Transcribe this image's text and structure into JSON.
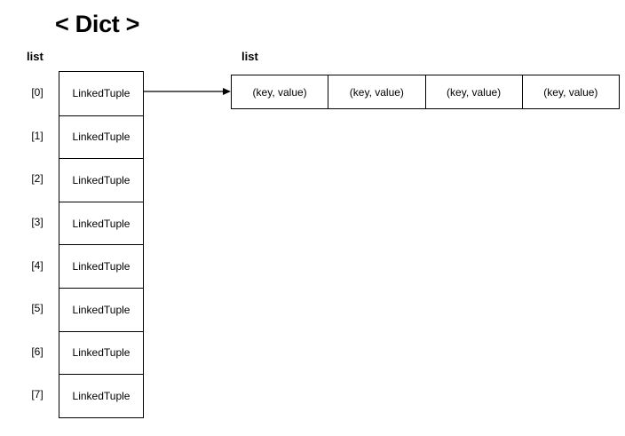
{
  "title": "< Dict >",
  "buckets": {
    "label": "list",
    "indices": [
      "[0]",
      "[1]",
      "[2]",
      "[3]",
      "[4]",
      "[5]",
      "[6]",
      "[7]"
    ],
    "cells": [
      "LinkedTuple",
      "LinkedTuple",
      "LinkedTuple",
      "LinkedTuple",
      "LinkedTuple",
      "LinkedTuple",
      "LinkedTuple",
      "LinkedTuple"
    ]
  },
  "linked_list": {
    "label": "list",
    "items": [
      "(key, value)",
      "(key, value)",
      "(key, value)",
      "(key, value)"
    ]
  },
  "colors": {
    "stroke": "#000000",
    "background": "#ffffff",
    "text": "#000000"
  }
}
